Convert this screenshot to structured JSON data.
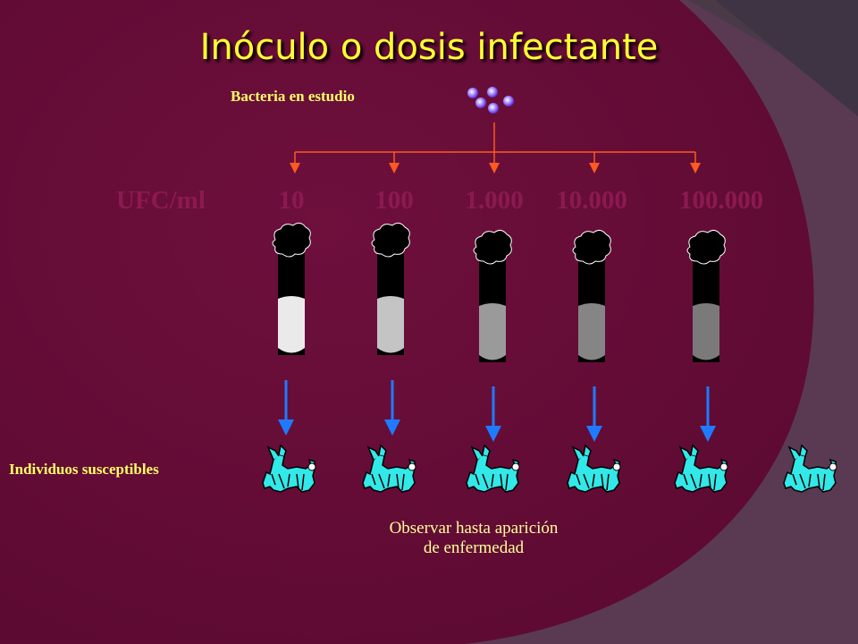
{
  "title": "Inóculo o dosis infectante",
  "bacteria_label": "Bacteria en estudio",
  "ufc_label": "UFC/ml",
  "concentrations": [
    "10",
    "100",
    "1.000",
    "10.000",
    "100.000"
  ],
  "individuals_label": "Individuos susceptibles",
  "observe_line1": "Observar hasta aparición",
  "observe_line2": "de enfermedad",
  "colors": {
    "background": "#5a1a3a",
    "title": "#ffff33",
    "labels": "#ffff66",
    "concentration_text": "#8b1a50",
    "branch_lines": "#ff5a1f",
    "arrows": "#1e7bff",
    "rabbits": "#33e8e8",
    "bacteria": "#8a5cff"
  },
  "icons": [
    "bacteria-icon",
    "test-tube-icon",
    "down-arrow-icon",
    "rabbit-icon"
  ]
}
